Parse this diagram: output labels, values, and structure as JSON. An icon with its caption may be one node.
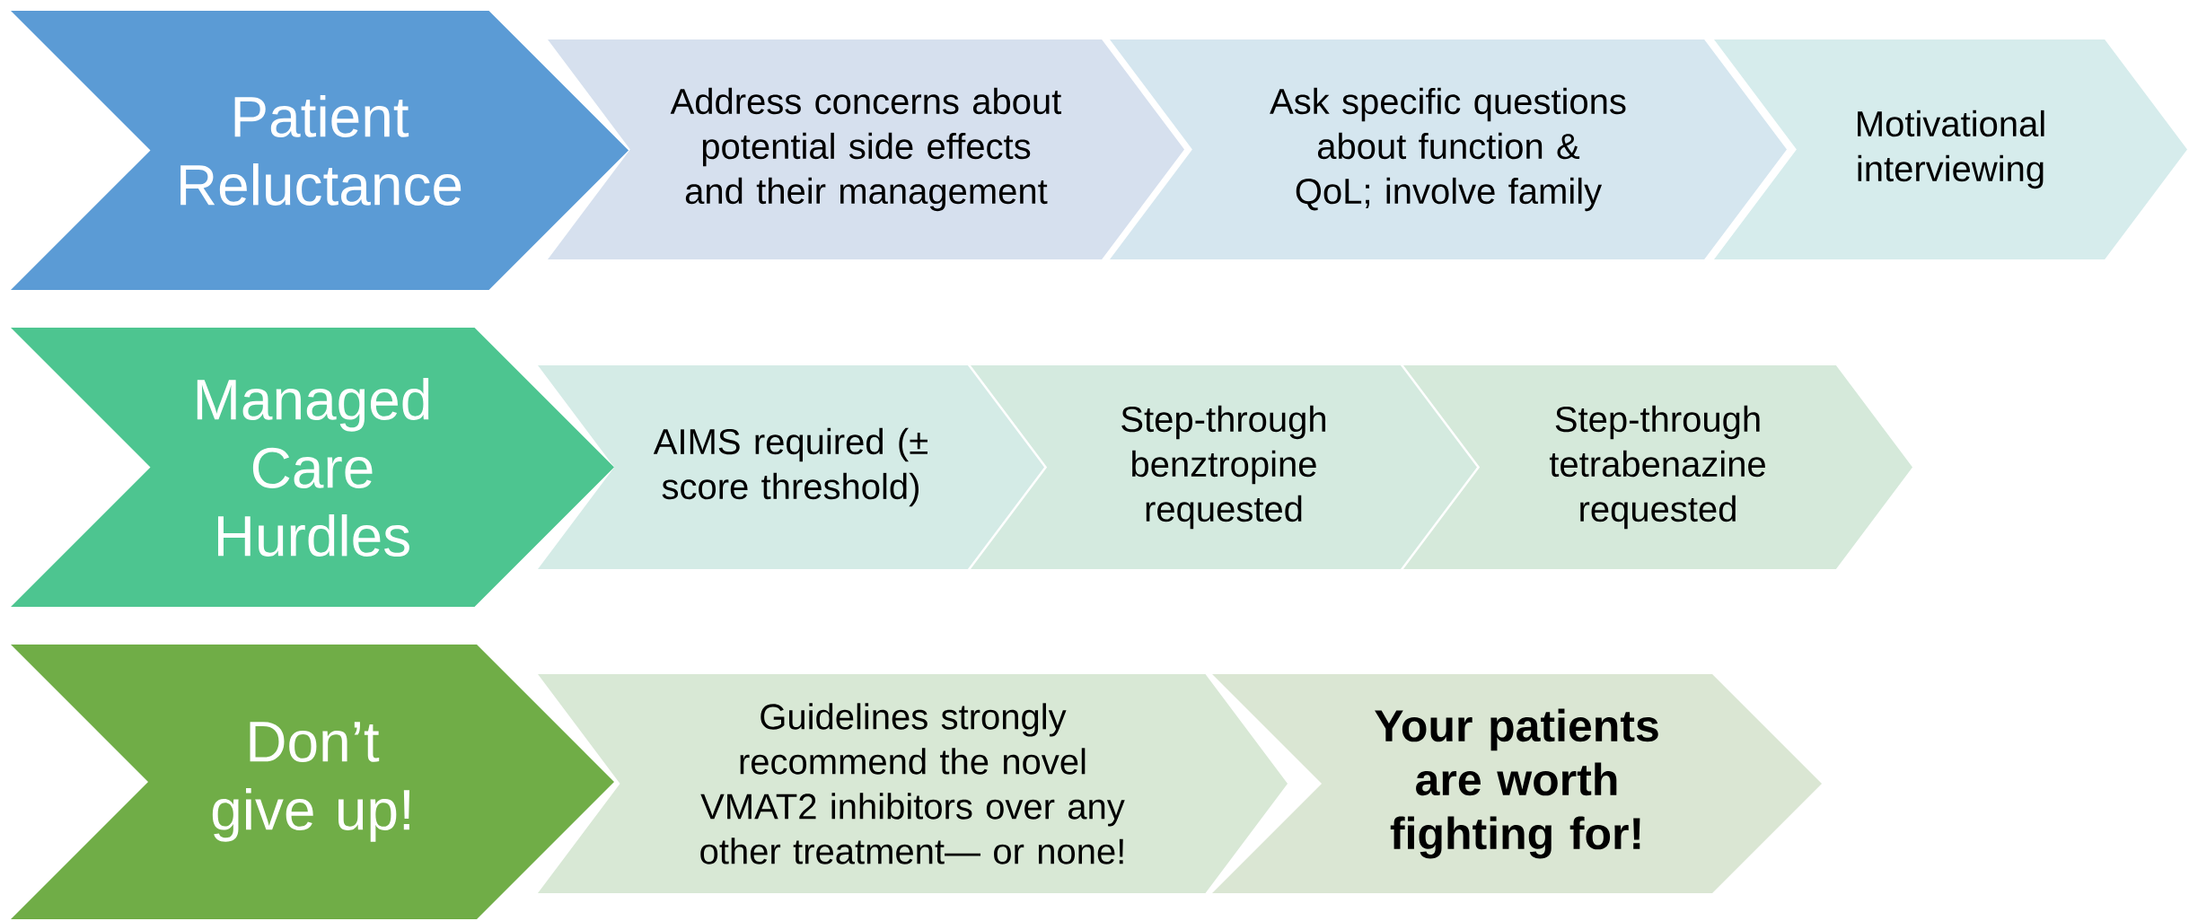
{
  "diagram": {
    "nodes": [
      {
        "text": [
          "Patient Reluctance"
        ]
      },
      {
        "text": [
          "Address concerns about potential side effects and their management"
        ]
      },
      {
        "text": [
          "Ask specific questions about function & QoL; involve family"
        ]
      },
      {
        "text": [
          "Motivational interviewing"
        ]
      },
      {
        "text": [
          "Managed Care Hurdles"
        ]
      },
      {
        "text": [
          "AIMS required (± score threshold)"
        ]
      },
      {
        "text": [
          "Step-through benztropine requested"
        ]
      },
      {
        "text": [
          "Step-through tetrabenazine requested"
        ]
      },
      {
        "text": [
          "Don’t give up!"
        ]
      },
      {
        "text": [
          "Guidelines strongly recommend the novel VMAT2 inhibitors over any other treatment— or none!"
        ]
      },
      {
        "text": [
          "Your patients are worth fighting for!"
        ]
      }
    ]
  }
}
